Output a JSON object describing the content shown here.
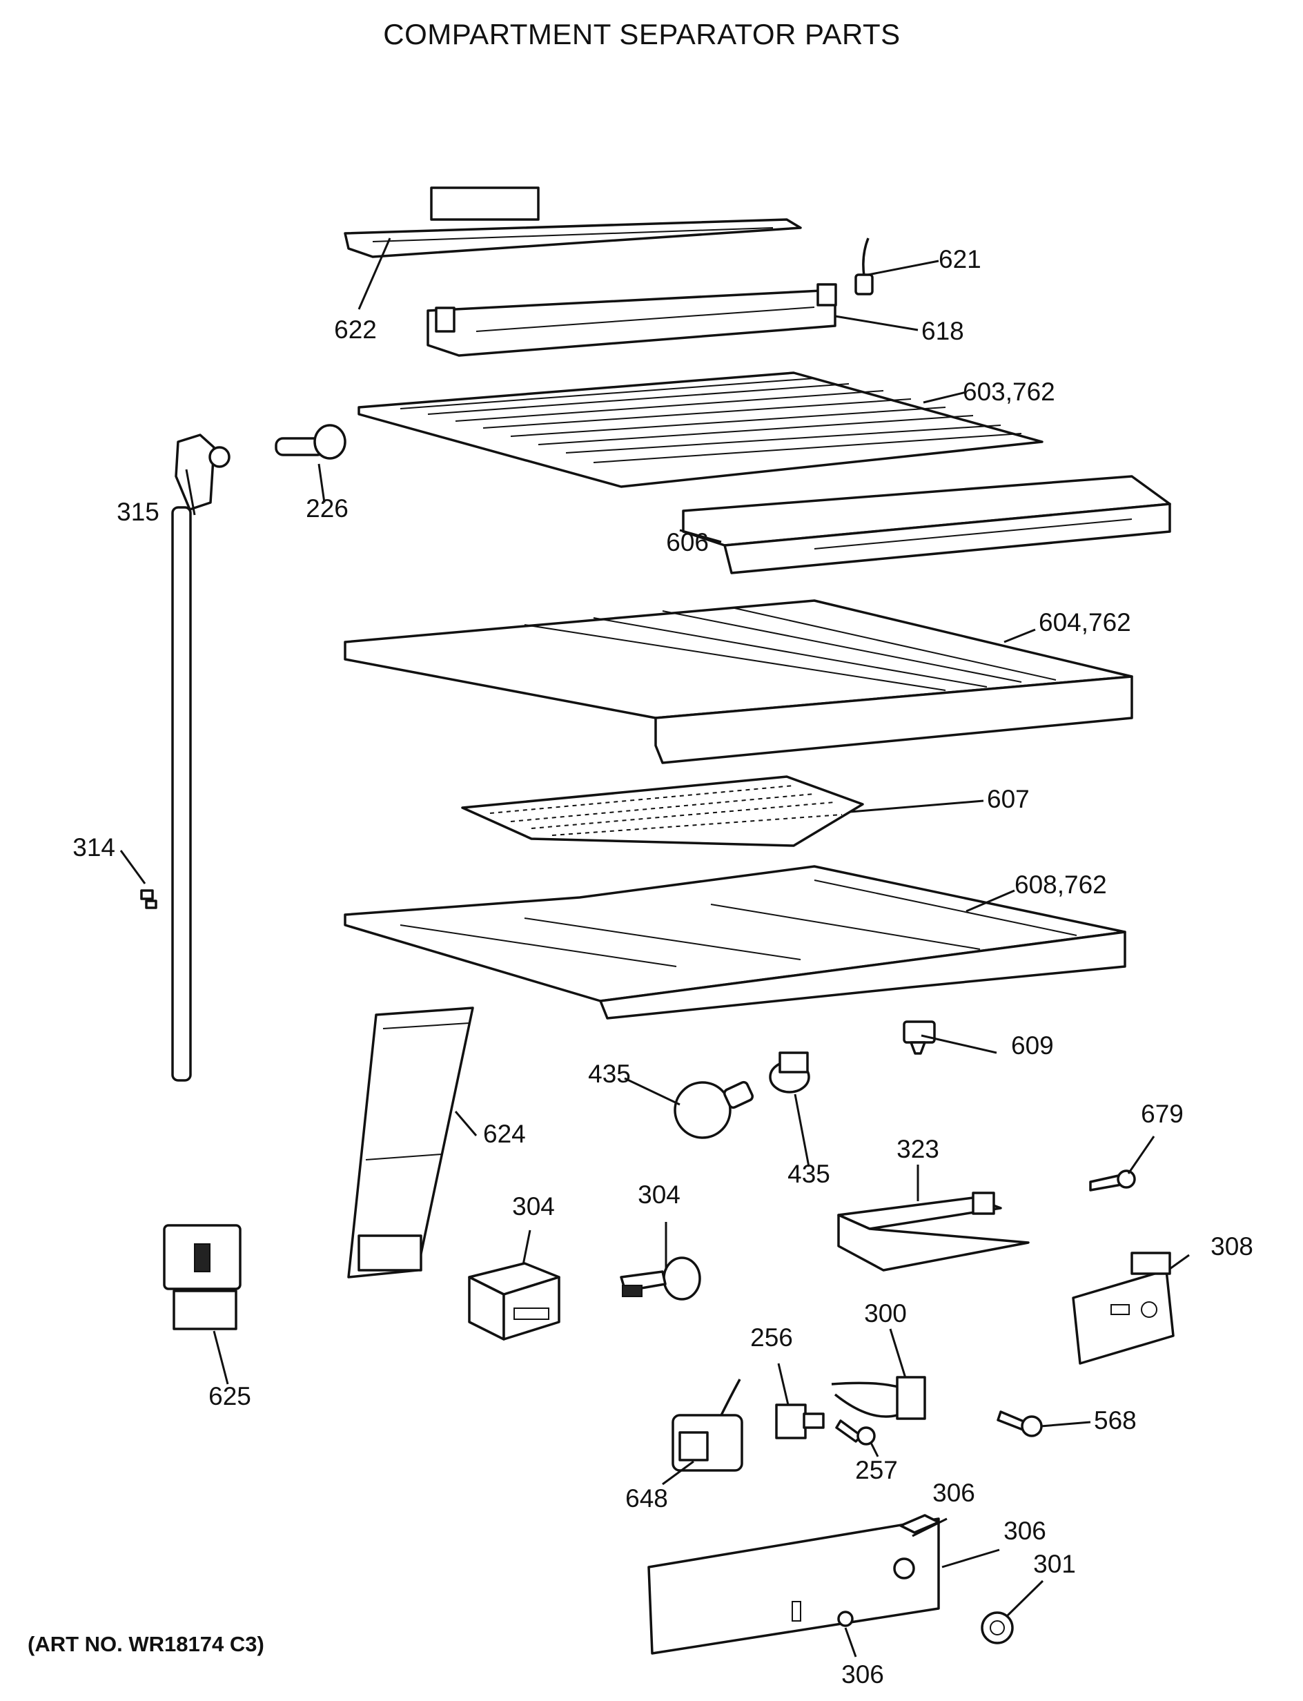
{
  "diagram": {
    "title": "COMPARTMENT SEPARATOR PARTS",
    "art_number": "(ART NO. WR18174 C3)"
  },
  "callouts": {
    "c621": "621",
    "c622": "622",
    "c618": "618",
    "c603": "603,762",
    "c315": "315",
    "c226": "226",
    "c606": "606",
    "c604": "604,762",
    "c607": "607",
    "c314": "314",
    "c608": "608,762",
    "c609": "609",
    "c435a": "435",
    "c435b": "435",
    "c624": "624",
    "c679": "679",
    "c323": "323",
    "c304a": "304",
    "c304b": "304",
    "c308": "308",
    "c625": "625",
    "c256": "256",
    "c300": "300",
    "c568": "568",
    "c257": "257",
    "c648": "648",
    "c306a": "306",
    "c306b": "306",
    "c306c": "306",
    "c301": "301"
  }
}
